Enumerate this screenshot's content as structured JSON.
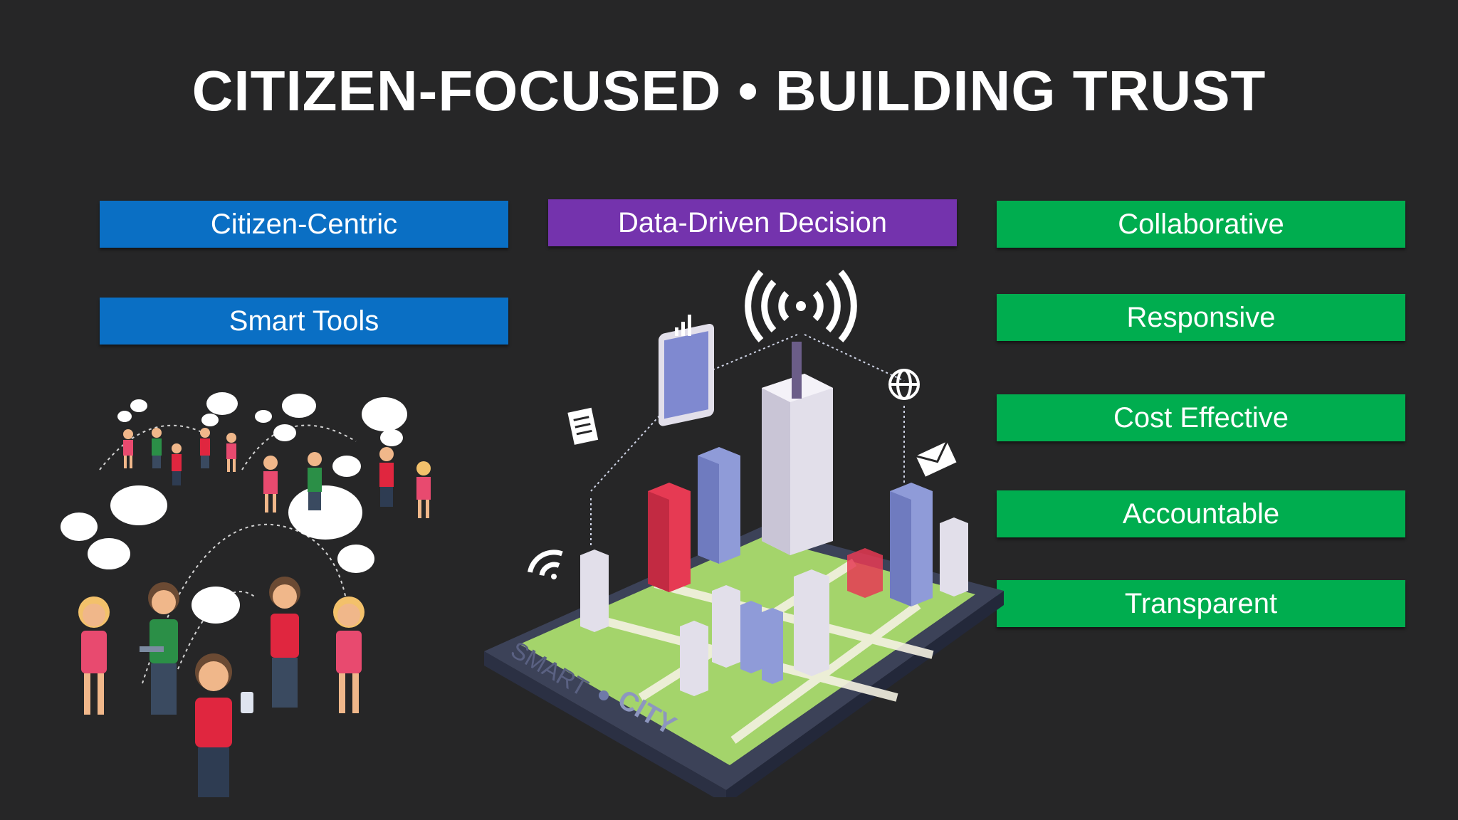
{
  "slide": {
    "title": "CITIZEN-FOCUSED • BUILDING TRUST"
  },
  "left_boxes": [
    {
      "label": "Citizen-Centric",
      "color": "#0a6fc4"
    },
    {
      "label": "Smart Tools",
      "color": "#0a6fc4"
    }
  ],
  "center_box": {
    "label": "Data-Driven Decision",
    "color": "#7433ad"
  },
  "right_boxes": [
    {
      "label": "Collaborative",
      "color": "#00ad4f"
    },
    {
      "label": "Responsive",
      "color": "#00ad4f"
    },
    {
      "label": "Cost Effective",
      "color": "#00ad4f"
    },
    {
      "label": "Accountable",
      "color": "#00ad4f"
    },
    {
      "label": "Transparent",
      "color": "#00ad4f"
    }
  ],
  "smart_city": {
    "word1": "SMART",
    "word2": "CITY"
  },
  "icons": [
    "wifi-broadcast-icon",
    "tablet-icon",
    "signal-bars-icon",
    "globe-icon",
    "envelope-icon",
    "document-icon",
    "wifi-icon",
    "speech-bubble-icon",
    "person-icon"
  ]
}
